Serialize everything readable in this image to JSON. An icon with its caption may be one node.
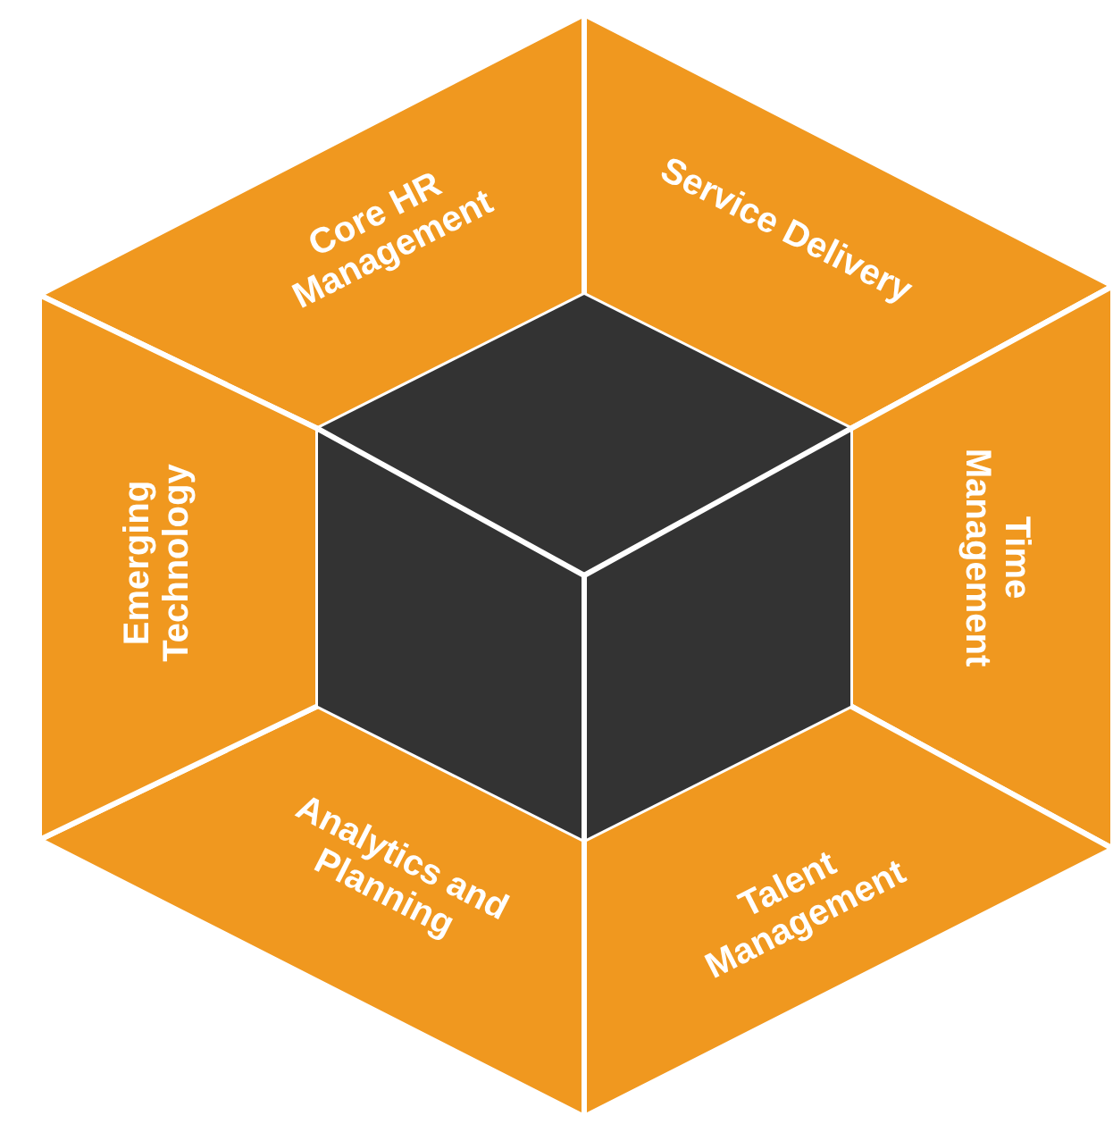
{
  "diagram": {
    "nodes": [
      {
        "text": [
          "Core HR Management"
        ]
      },
      {
        "text": [
          "Service Delivery"
        ]
      },
      {
        "text": [
          "Time Management"
        ]
      },
      {
        "text": [
          "Talent Management"
        ]
      },
      {
        "text": [
          "Analytics and Planning"
        ]
      },
      {
        "text": [
          "Emerging Technology"
        ]
      },
      {
        "text": [],
        "shape": "cube"
      }
    ]
  }
}
